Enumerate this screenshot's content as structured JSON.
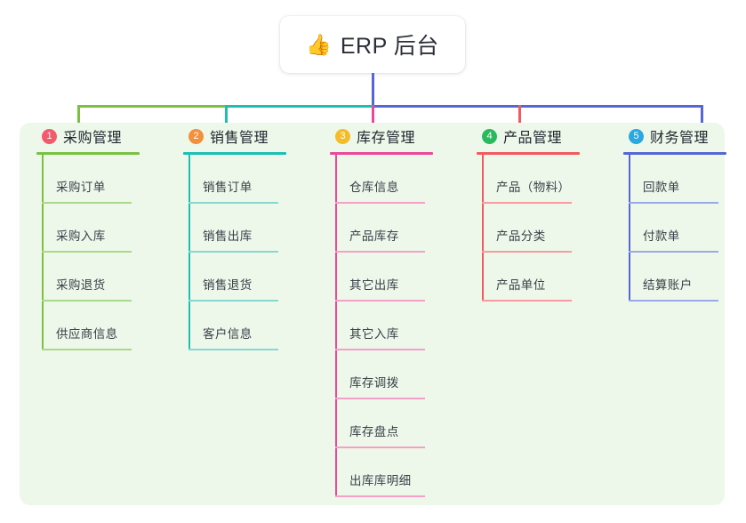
{
  "root": {
    "icon": "thumbs-up-icon",
    "emoji": "👍",
    "title": "ERP 后台"
  },
  "theme": {
    "page_bg": "#ffffff",
    "panel_bg": "#eef8ea",
    "card_bg": "#ffffff",
    "text": "#222630",
    "leaf_text": "#3a3f49"
  },
  "columns": [
    {
      "number": "1",
      "title": "采购管理",
      "badge_color": "#f15b6c",
      "line_color": "#7ac143",
      "leaf_line_color": "#a9d98a",
      "drop_color": "#7ac143",
      "items": [
        {
          "label": "采购订单"
        },
        {
          "label": "采购入库"
        },
        {
          "label": "采购退货"
        },
        {
          "label": "供应商信息"
        }
      ]
    },
    {
      "number": "2",
      "title": "销售管理",
      "badge_color": "#f2903b",
      "line_color": "#1bbfb4",
      "leaf_line_color": "#86d7d0",
      "drop_color": "#1bbfb4",
      "items": [
        {
          "label": "销售订单"
        },
        {
          "label": "销售出库"
        },
        {
          "label": "销售退货"
        },
        {
          "label": "客户信息"
        }
      ]
    },
    {
      "number": "3",
      "title": "库存管理",
      "badge_color": "#f5bc2a",
      "line_color": "#ec4899",
      "leaf_line_color": "#f5a0c8",
      "drop_color": "#ec4899",
      "items": [
        {
          "label": "仓库信息"
        },
        {
          "label": "产品库存"
        },
        {
          "label": "其它出库"
        },
        {
          "label": "其它入库"
        },
        {
          "label": "库存调拨"
        },
        {
          "label": "库存盘点"
        },
        {
          "label": "出库库明细"
        }
      ]
    },
    {
      "number": "4",
      "title": "产品管理",
      "badge_color": "#2aba5e",
      "line_color": "#f4595f",
      "leaf_line_color": "#f79ba0",
      "drop_color": "#f4595f",
      "items": [
        {
          "label": "产品（物料）"
        },
        {
          "label": "产品分类"
        },
        {
          "label": "产品单位"
        }
      ]
    },
    {
      "number": "5",
      "title": "财务管理",
      "badge_color": "#2aa8e0",
      "line_color": "#5566d6",
      "leaf_line_color": "#9aaae8",
      "drop_color": "#5566d6",
      "items": [
        {
          "label": "回款单"
        },
        {
          "label": "付款单"
        },
        {
          "label": "结算账户"
        }
      ]
    }
  ],
  "connectors": {
    "root_stem_color": "#5566d6",
    "bar_segments": [
      {
        "color": "#7ac143"
      },
      {
        "color": "#1bbfb4"
      },
      {
        "color": "#5566d6"
      }
    ]
  }
}
